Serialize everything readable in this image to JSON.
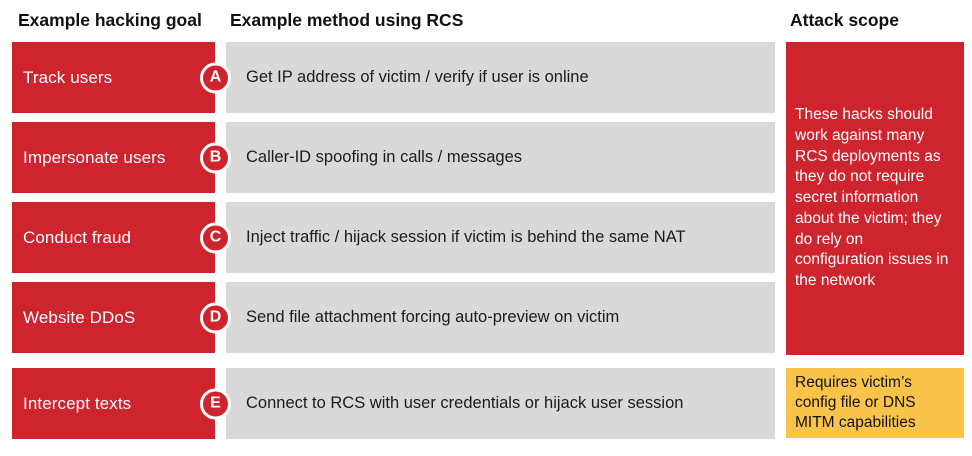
{
  "header": {
    "goal": "Example hacking goal",
    "method": "Example method using RCS",
    "scope": "Attack scope"
  },
  "rows": [
    {
      "badge": "A",
      "goal": "Track users",
      "method": "Get IP address of victim / verify if user is online"
    },
    {
      "badge": "B",
      "goal": "Impersonate users",
      "method": "Caller-ID spoofing in calls / messages"
    },
    {
      "badge": "C",
      "goal": "Conduct fraud",
      "method": "Inject traffic / hijack session if victim is behind the same NAT"
    },
    {
      "badge": "D",
      "goal": "Website DDoS",
      "method": "Send file attachment forcing auto-preview on victim"
    },
    {
      "badge": "E",
      "goal": "Intercept texts",
      "method": "Connect to RCS with user credentials or hijack user session"
    }
  ],
  "scope": {
    "broad": "These hacks should work against many RCS deployments as they do not require secret information about the victim; they do rely on configuration issues in the network",
    "narrow": "Requires victim’s config file or DNS MITM capabilities"
  },
  "colors": {
    "red": "#ce242e",
    "gray": "#d9d9d9",
    "yellow": "#fac44a"
  }
}
